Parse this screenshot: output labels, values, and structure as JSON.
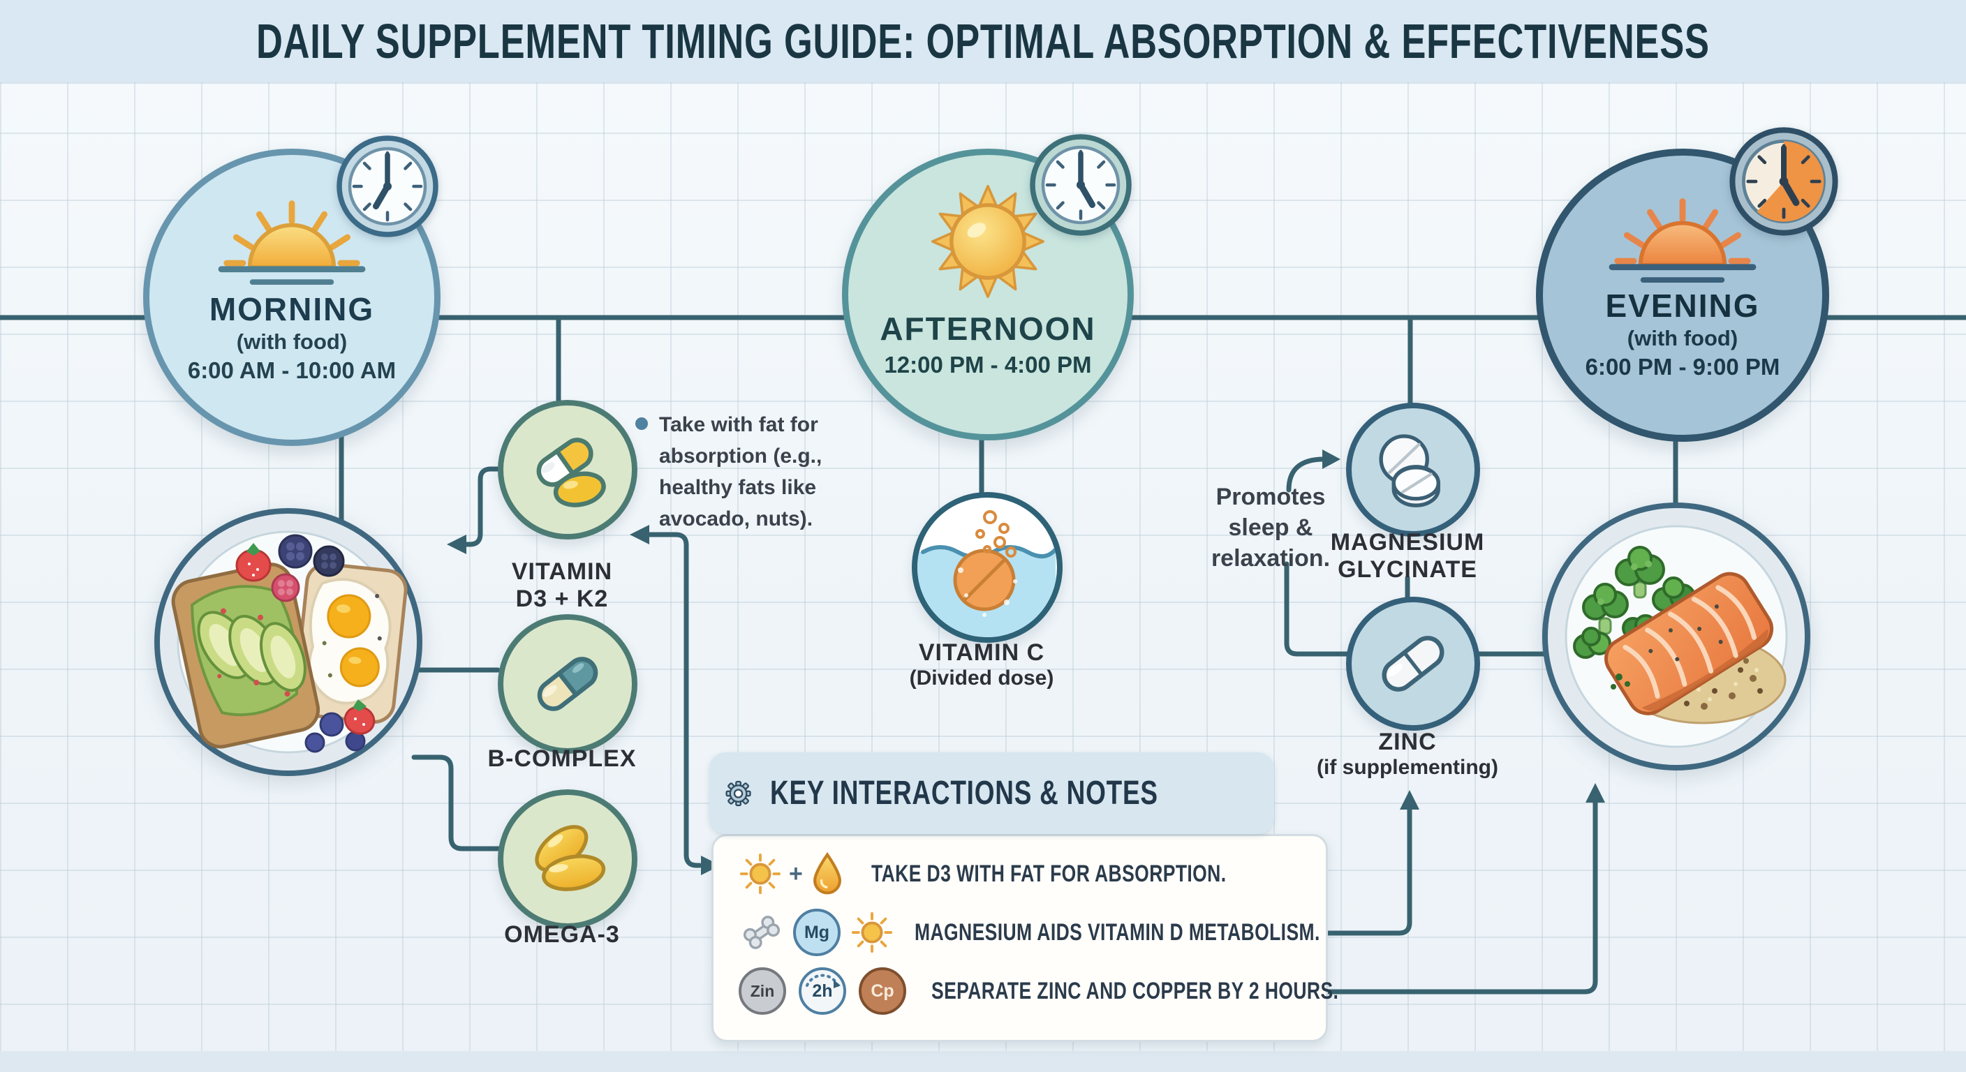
{
  "title": "DAILY SUPPLEMENT TIMING GUIDE: OPTIMAL ABSORPTION & EFFECTIVENESS",
  "periods": {
    "morning": {
      "name": "MORNING",
      "qualifier": "(with food)",
      "time": "6:00 AM - 10:00 AM"
    },
    "afternoon": {
      "name": "AFTERNOON",
      "time": "12:00 PM - 4:00 PM"
    },
    "evening": {
      "name": "EVENING",
      "qualifier": "(with food)",
      "time": "6:00 PM - 9:00 PM"
    }
  },
  "supplements": {
    "d3k2": {
      "line1": "VITAMIN",
      "line2": "D3 + K2"
    },
    "bcomplex": {
      "line1": "B-COMPLEX"
    },
    "omega3": {
      "line1": "OMEGA-3"
    },
    "vitc": {
      "line1": "VITAMIN C",
      "line2": "(Divided dose)"
    },
    "magnesium": {
      "line1": "MAGNESIUM",
      "line2": "GLYCINATE"
    },
    "zinc": {
      "line1": "ZINC",
      "line2": "(if supplementing)"
    }
  },
  "annotations": {
    "d3_note_lines": [
      "Take with fat for",
      "absorption (e.g.,",
      "healthy fats like",
      "avocado, nuts)."
    ],
    "mg_note_lines": [
      "Promotes",
      "sleep &",
      "relaxation."
    ]
  },
  "key_box": {
    "header": "KEY INTERACTIONS & NOTES",
    "plus": "+",
    "rows": [
      {
        "icons": [
          "sun",
          "plus",
          "droplet"
        ],
        "text": "TAKE D3 WITH FAT FOR ABSORPTION."
      },
      {
        "icons": [
          "bone",
          "mg-badge",
          "sun"
        ],
        "text": "MAGNESIUM AIDS VITAMIN D METABOLISM."
      },
      {
        "icons": [
          "zin-badge",
          "2h-badge",
          "cp-badge"
        ],
        "text": "SEPARATE ZINC AND COPPER BY 2 HOURS."
      }
    ],
    "badges": {
      "mg": "Mg",
      "zin": "Zin",
      "h2": "2h",
      "cp": "Cp"
    }
  },
  "colors": {
    "connector": "#38626f",
    "banner_bg": "#d9e8f2",
    "title_text": "#1a3643",
    "morning_fill": "#cfe7f1",
    "morning_border": "#6795ae",
    "afternoon_fill": "#c9e5de",
    "afternoon_border": "#55939a",
    "evening_fill": "#a6c4d7",
    "evening_border": "#31566e",
    "supplement_green_fill": "#dbe7cb",
    "supplement_green_border": "#4c7b74",
    "supplement_blue_fill": "#c0d9e3",
    "supplement_blue_border": "#35607a",
    "sun_yellow": "#f5c34a",
    "sunset_orange": "#f09a55",
    "notes_box_bg": "#fffefb",
    "key_header_bg": "#d7e6ef"
  }
}
